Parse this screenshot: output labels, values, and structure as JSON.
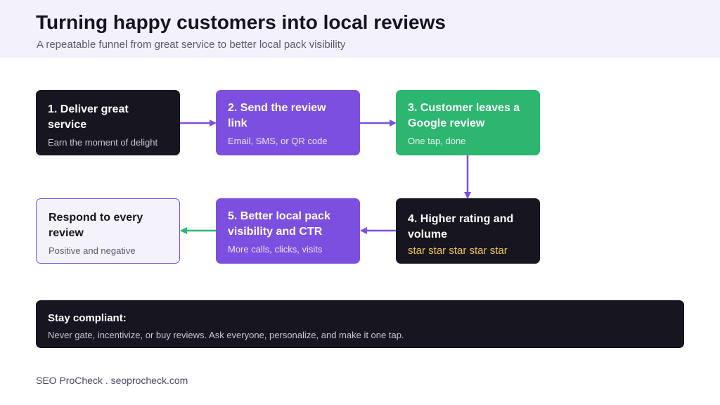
{
  "header": {
    "title": "Turning happy customers into local reviews",
    "subtitle": "A repeatable funnel from great service to better local pack visibility"
  },
  "steps": [
    {
      "title": "1. Deliver great service",
      "subtitle": "Earn the moment of delight"
    },
    {
      "title": "2. Send the review link",
      "subtitle": "Email, SMS, or QR code"
    },
    {
      "title": "3. Customer leaves a Google review",
      "subtitle": "One tap, done"
    },
    {
      "title": "4. Higher rating and volume",
      "subtitle": "star star star star star"
    },
    {
      "title": "5. Better local pack visibility and CTR",
      "subtitle": "More calls, clicks, visits"
    },
    {
      "title": "Respond to every review",
      "subtitle": "Positive and negative"
    }
  ],
  "compliance": {
    "heading": "Stay compliant:",
    "body": "Never gate, incentivize, or buy reviews. Ask everyone, personalize, and make it one tap."
  },
  "footer": {
    "text": "SEO ProCheck . seoprocheck.com"
  },
  "colors": {
    "dark": "#17151f",
    "purple": "#7c4fe0",
    "green": "#2cb670",
    "star": "#f3c54a",
    "header_bg": "#f3f2fc"
  }
}
